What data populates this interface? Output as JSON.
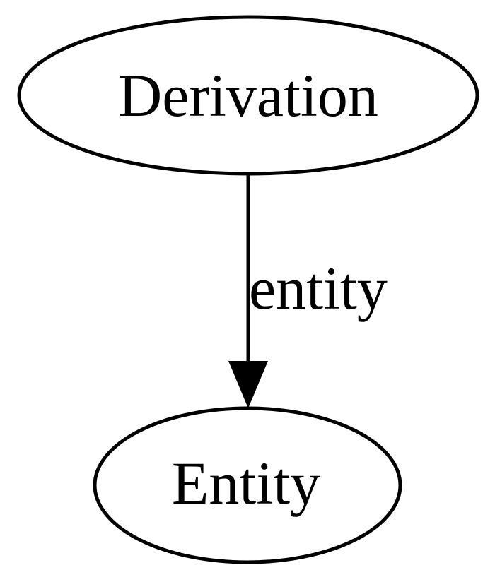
{
  "diagram": {
    "type": "directed-graph",
    "background_color": "#ffffff",
    "stroke_color": "#000000",
    "text_color": "#000000",
    "nodes": [
      {
        "id": "derivation",
        "label": "Derivation",
        "shape": "ellipse"
      },
      {
        "id": "entity-node",
        "label": "Entity",
        "shape": "ellipse"
      }
    ],
    "edges": [
      {
        "from": "derivation",
        "to": "entity-node",
        "label": "entity",
        "arrowhead": "filled-triangle"
      }
    ]
  }
}
